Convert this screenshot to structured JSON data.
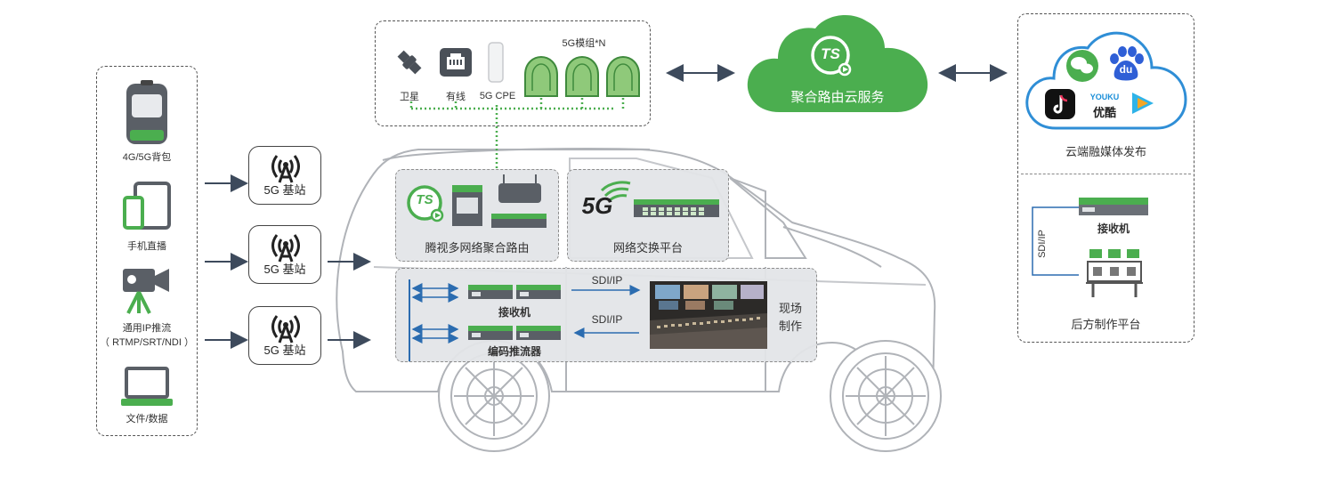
{
  "colors": {
    "green": "#4bae4f",
    "dark": "#3d4a5c",
    "blue": "#2b6cb0",
    "panel": "#e3e5e8"
  },
  "sources": [
    {
      "label": "4G/5G背包",
      "icon": "backpack-icon"
    },
    {
      "label": "手机直播",
      "icon": "mobile-tablet-icon"
    },
    {
      "label": "通用IP推流",
      "sub": "（ RTMP/SRT/NDI ）",
      "icon": "camera-icon"
    },
    {
      "label": "文件/数据",
      "icon": "laptop-icon"
    }
  ],
  "base_stations": [
    {
      "label": "5G 基站"
    },
    {
      "label": "5G 基站"
    },
    {
      "label": "5G 基站"
    }
  ],
  "network": {
    "satellite": "卫星",
    "wired": "有线",
    "cpe": "5G CPE",
    "modules": "5G模组*N"
  },
  "cloud": {
    "logo": "TS",
    "label": "聚合路由云服务"
  },
  "van": {
    "router_panel": {
      "logo": "TS",
      "label": "腾视多网络聚合路由"
    },
    "switch_panel": {
      "logo": "5G",
      "label": "网络交换平台"
    },
    "production": {
      "receiver": "接收机",
      "encoder": "编码推流器",
      "sdi_top": "SDI/IP",
      "sdi_bottom": "SDI/IP",
      "site": "现场",
      "site2": "制作"
    }
  },
  "cloud_publish": {
    "youku_logo": "YOUKU",
    "youku_label": "优酷",
    "baidu_logo": "du",
    "label": "云端融媒体发布"
  },
  "backend": {
    "receiver": "接收机",
    "sdi": "SDI/IP",
    "label": "后方制作平台"
  }
}
